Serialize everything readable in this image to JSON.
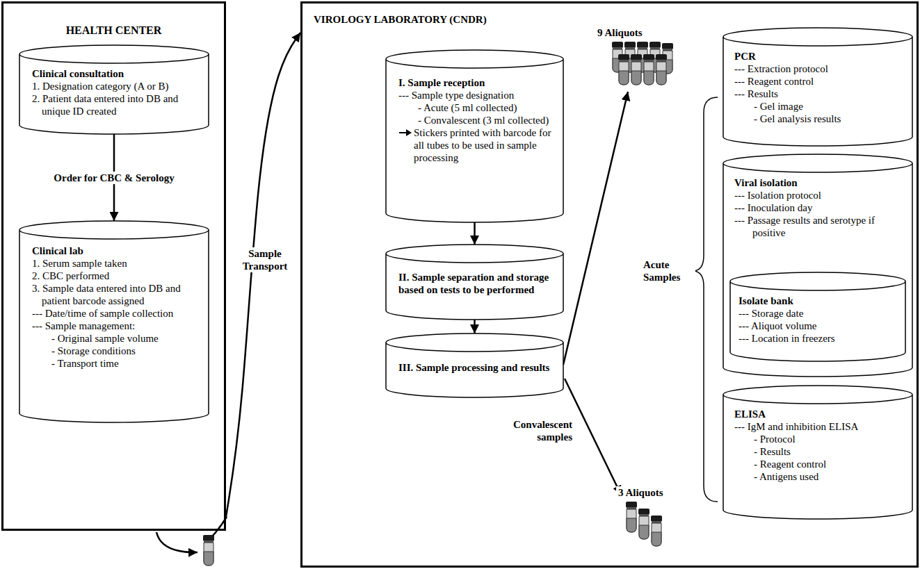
{
  "diagram": {
    "nodes": [
      {
        "text": [
          "HEALTH CENTER"
        ]
      },
      {
        "text": [
          "Clinical consultation",
          "1. Designation category (A or B)",
          "2. Patient data entered into DB and unique ID created"
        ],
        "in": 0
      },
      {
        "text": [
          "Clinical lab",
          "1. Serum sample taken",
          "2. CBC performed",
          "3. Sample data entered into DB and patient barcode assigned",
          "--- Date/time of sample collection",
          "--- Sample management:",
          "- Original sample volume",
          "- Storage conditions",
          "- Transport time"
        ],
        "in": 0
      },
      {
        "text": [
          "VIROLOGY LABORATORY (CNDR)"
        ]
      },
      {
        "text": [
          "I. Sample reception",
          "--- Sample type designation",
          "- Acute (5 ml collected)",
          "- Convalescent (3 ml collected)",
          "Stickers printed with barcode for all tubes to be used in sample processing"
        ],
        "in": 3
      },
      {
        "text": [
          "II. Sample separation and storage based on tests to be performed"
        ],
        "in": 3
      },
      {
        "text": [
          "III. Sample processing and results"
        ],
        "in": 3
      },
      {
        "text": [
          "PCR",
          "--- Extraction protocol",
          "--- Reagent control",
          "--- Results",
          "- Gel image",
          "- Gel analysis results"
        ],
        "in": 3
      },
      {
        "text": [
          "Viral isolation",
          "--- Isolation protocol",
          "--- Inoculation day",
          "--- Passage results and serotype if positive"
        ],
        "in": 3
      },
      {
        "text": [
          "Isolate bank",
          "--- Storage date",
          "--- Aliquot volume",
          "--- Location in freezers"
        ],
        "in": 8
      },
      {
        "text": [
          "ELISA",
          "--- IgM and inhibition ELISA",
          "- Protocol",
          "- Results",
          "- Reagent control",
          "- Antigens used"
        ],
        "in": 3
      }
    ],
    "edges": [
      {
        "from": 1,
        "to": 2,
        "arrow": "to",
        "label": "Order for CBC & Serology"
      },
      {
        "from": 0,
        "to": 3,
        "arrow": "to",
        "label": "Sample Transport"
      },
      {
        "from": 4,
        "to": 5,
        "arrow": "to"
      },
      {
        "from": 5,
        "to": 6,
        "arrow": "to"
      }
    ],
    "labels": [
      "9 Aliquots",
      "Acute Samples",
      "Convalescent samples",
      "3 Aliquots"
    ]
  }
}
